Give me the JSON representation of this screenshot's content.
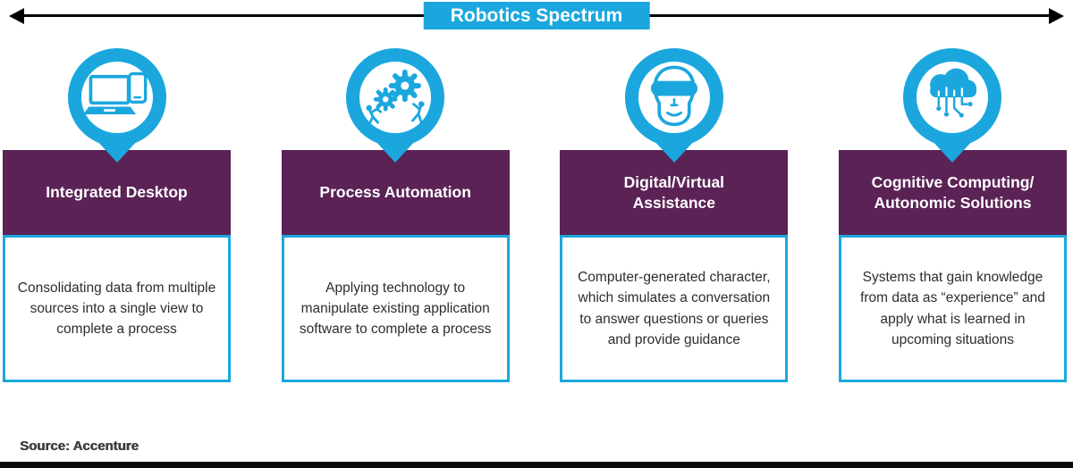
{
  "title": "Robotics Spectrum",
  "source": "Source: Accenture",
  "colors": {
    "accent_cyan": "#1BA7DE",
    "header_purple": "#5B2256",
    "arrow_black": "#000000"
  },
  "columns": [
    {
      "icon": "laptop-phone-icon",
      "label": "Integrated Desktop",
      "description": "Consolidating data from multiple sources into a single view to complete a process"
    },
    {
      "icon": "gears-automation-icon",
      "label": "Process Automation",
      "description": "Applying technology to manipulate existing application software to complete a process"
    },
    {
      "icon": "vr-headset-icon",
      "label": "Digital/Virtual Assistance",
      "description": "Computer-generated character, which simulates a conversation to answer questions or queries and provide guidance"
    },
    {
      "icon": "cloud-circuit-icon",
      "label": "Cognitive Computing/ Autonomic Solutions",
      "description": "Systems that gain knowledge from data as “experience” and apply what is learned in upcoming situations"
    }
  ]
}
